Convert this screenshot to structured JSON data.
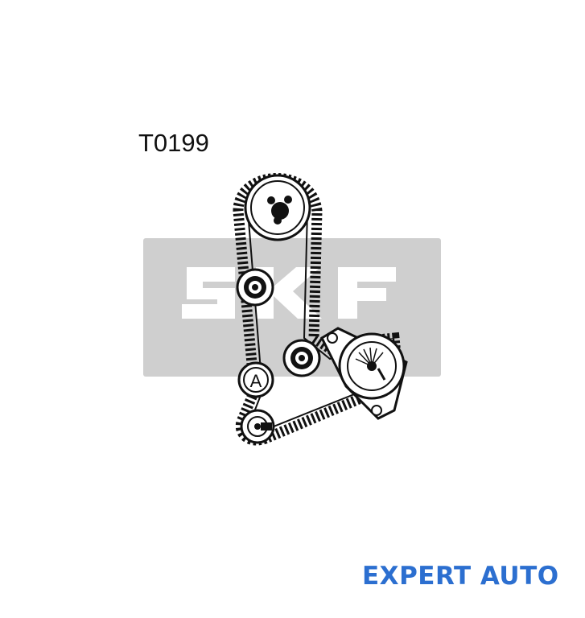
{
  "part_code": "T0199",
  "watermark": {
    "text": "SKF",
    "color": "#cfcfcf"
  },
  "idler_label": "A",
  "brand": {
    "text": "EXPERT AUTO",
    "color": "#2c6fd0"
  },
  "colors": {
    "line": "#111111",
    "background": "#ffffff"
  }
}
